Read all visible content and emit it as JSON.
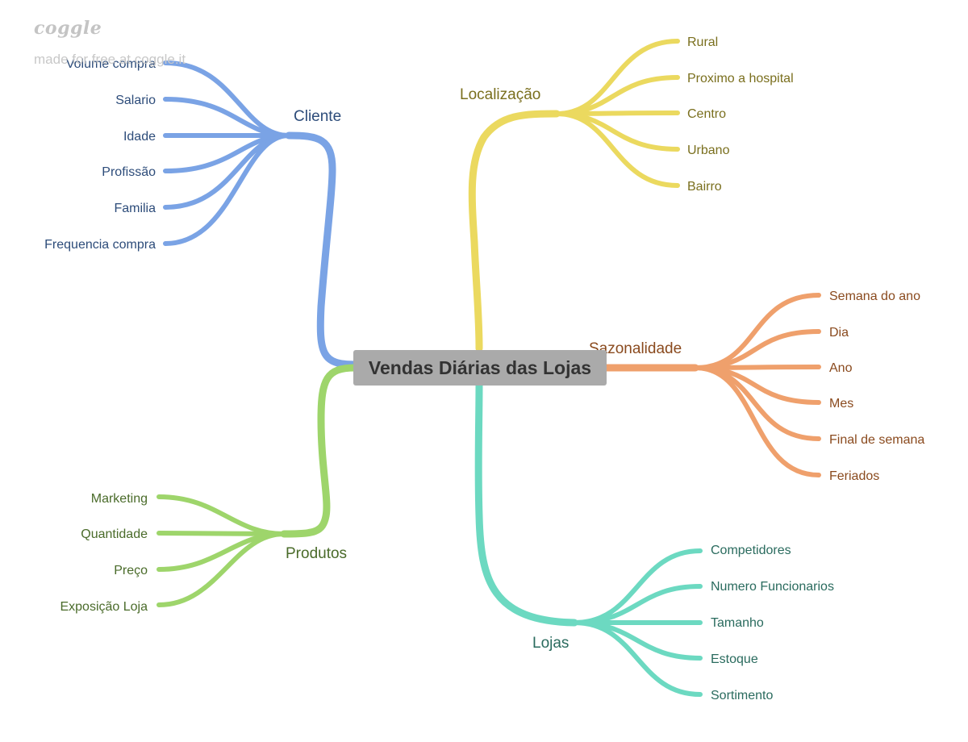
{
  "watermark": {
    "logo": "coggle",
    "tagline": "made for free at coggle.it"
  },
  "central_topic": "Vendas Diárias das Lojas",
  "branches": {
    "cliente": {
      "label": "Cliente",
      "color": "#7aa3e5",
      "text_color": "#2d4c7a",
      "children": [
        "Volume compra",
        "Salario",
        "Idade",
        "Profissão",
        "Familia",
        "Frequencia compra"
      ]
    },
    "produtos": {
      "label": "Produtos",
      "color": "#9ed56b",
      "text_color": "#4a6b2a",
      "children": [
        "Marketing",
        "Quantidade",
        "Preço",
        "Exposição Loja"
      ]
    },
    "localizacao": {
      "label": "Localização",
      "color": "#ebd95f",
      "text_color": "#7a6f1e",
      "children": [
        "Rural",
        "Proximo a hospital",
        "Centro",
        "Urbano",
        "Bairro"
      ]
    },
    "sazonalidade": {
      "label": "Sazonalidade",
      "color": "#efa06c",
      "text_color": "#8a4a1e",
      "children": [
        "Semana do ano",
        "Dia",
        "Ano",
        "Mes",
        "Final de semana",
        "Feriados"
      ]
    },
    "lojas": {
      "label": "Lojas",
      "color": "#6cd9c1",
      "text_color": "#2a6b5e",
      "children": [
        "Competidores",
        "Numero Funcionarios",
        "Tamanho",
        "Estoque",
        "Sortimento"
      ]
    }
  }
}
